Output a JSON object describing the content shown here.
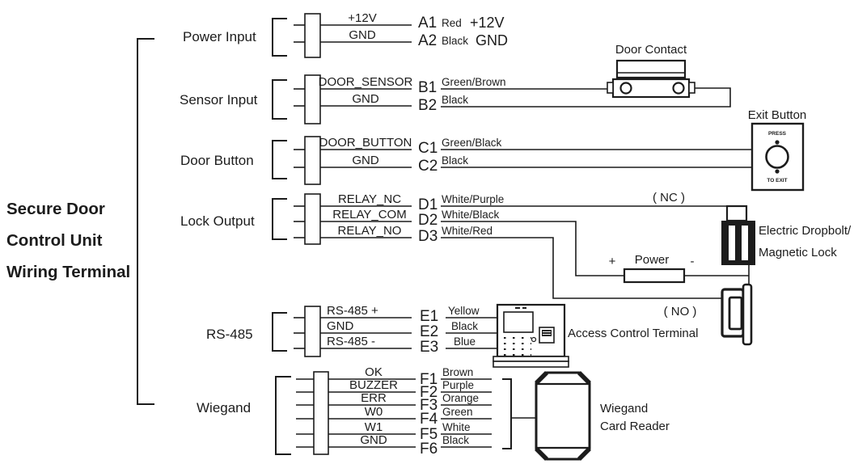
{
  "title": {
    "line1": "Secure Door",
    "line2": "Control Unit",
    "line3": "Wiring Terminal"
  },
  "groups": [
    {
      "label": "Power Input",
      "pins": [
        "+12V",
        "GND"
      ]
    },
    {
      "label": "Sensor Input",
      "pins": [
        "DOOR_SENSOR",
        "GND"
      ]
    },
    {
      "label": "Door Button",
      "pins": [
        "DOOR_BUTTON",
        "GND"
      ]
    },
    {
      "label": "Lock Output",
      "pins": [
        "RELAY_NC",
        "RELAY_COM",
        "RELAY_NO"
      ]
    },
    {
      "label": "RS-485",
      "pins": [
        "RS-485 +",
        "GND",
        "RS-485 -"
      ]
    },
    {
      "label": "Wiegand",
      "pins": [
        "OK",
        "BUZZER",
        "ERR",
        "W0",
        "W1",
        "GND"
      ]
    }
  ],
  "terminals": [
    {
      "id": "A1",
      "wire": "Red",
      "signal": "+12V"
    },
    {
      "id": "A2",
      "wire": "Black",
      "signal": "GND"
    },
    {
      "id": "B1",
      "wire": "Green/Brown",
      "signal": ""
    },
    {
      "id": "B2",
      "wire": "Black",
      "signal": ""
    },
    {
      "id": "C1",
      "wire": "Green/Black",
      "signal": ""
    },
    {
      "id": "C2",
      "wire": "Black",
      "signal": ""
    },
    {
      "id": "D1",
      "wire": "White/Purple",
      "signal": ""
    },
    {
      "id": "D2",
      "wire": "White/Black",
      "signal": ""
    },
    {
      "id": "D3",
      "wire": "White/Red",
      "signal": ""
    },
    {
      "id": "E1",
      "wire": "Yellow",
      "signal": ""
    },
    {
      "id": "E2",
      "wire": "Black",
      "signal": ""
    },
    {
      "id": "E3",
      "wire": "Blue",
      "signal": ""
    },
    {
      "id": "F1",
      "wire": "Brown",
      "signal": ""
    },
    {
      "id": "F2",
      "wire": "Purple",
      "signal": ""
    },
    {
      "id": "F3",
      "wire": "Orange",
      "signal": ""
    },
    {
      "id": "F4",
      "wire": "Green",
      "signal": ""
    },
    {
      "id": "F5",
      "wire": "White",
      "signal": ""
    },
    {
      "id": "F6",
      "wire": "Black",
      "signal": ""
    }
  ],
  "devices": {
    "door_contact": {
      "label": "Door Contact"
    },
    "exit_button": {
      "label": "Exit Button",
      "press": "PRESS",
      "to_exit": "TO EXIT"
    },
    "lock": {
      "line1": "Electric Dropbolt/",
      "line2": "Magnetic Lock",
      "nc": "(  NC  )",
      "no": "( NO  )"
    },
    "power_supply": {
      "label": "Power",
      "plus": "+",
      "minus": "-"
    },
    "access_terminal": {
      "label": "Access Control Terminal"
    },
    "card_reader": {
      "line1": "Wiegand",
      "line2": "Card Reader"
    }
  },
  "colors": {
    "ink": "#1c1c1c",
    "background": "#ffffff"
  }
}
